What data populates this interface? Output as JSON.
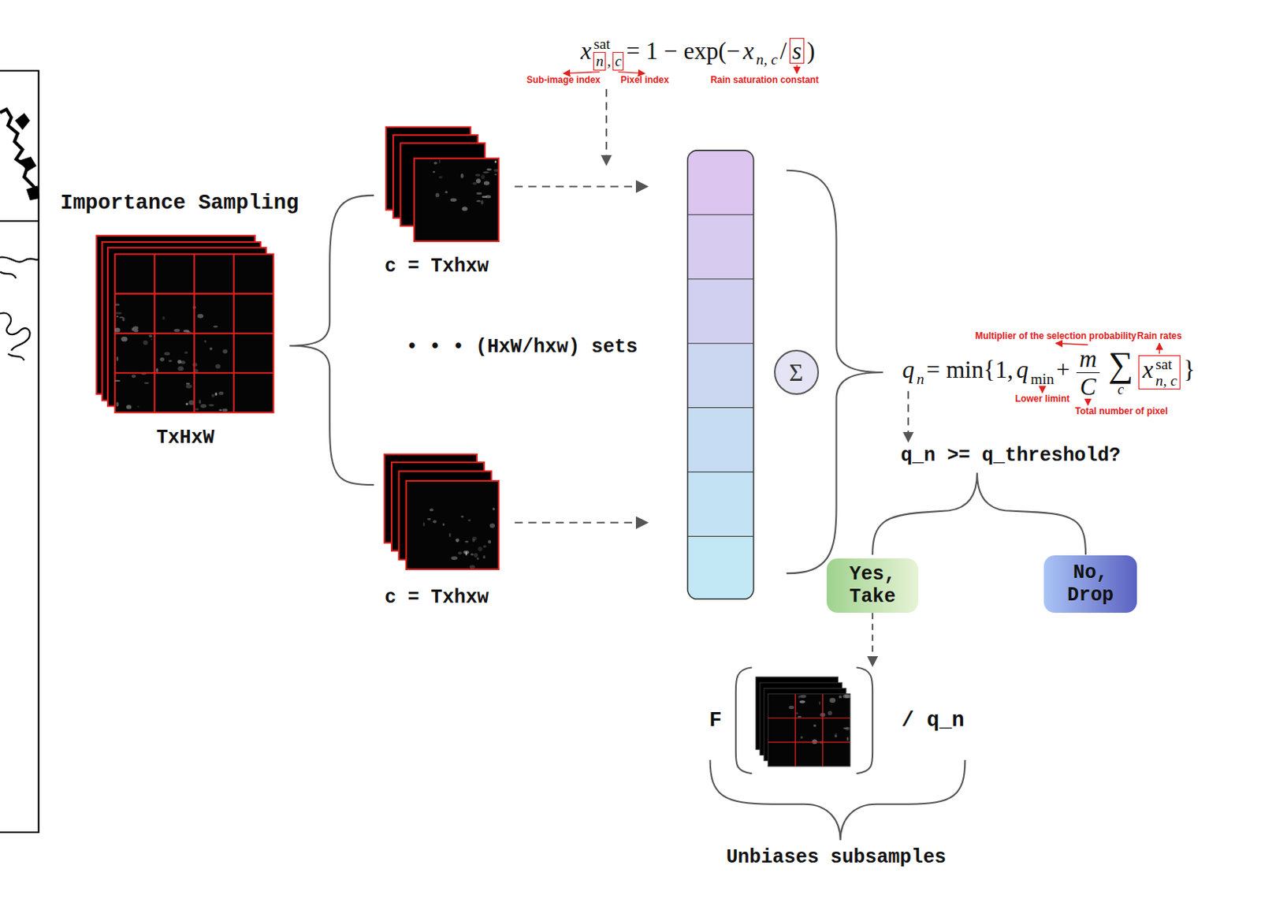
{
  "diagram": {
    "nodes": [
      {
        "text": [
          "TxHxW"
        ]
      },
      {
        "text": [
          "c = Txhxw"
        ]
      },
      {
        "text": [
          "c = Txhxw"
        ]
      },
      {
        "text": [
          "Σ"
        ]
      },
      {
        "text": [
          "Yes, Take"
        ]
      },
      {
        "text": [
          "No, Drop"
        ]
      },
      {
        "text": [
          "F",
          "/ q_n"
        ]
      }
    ],
    "edges": [
      {
        "from": 4,
        "to": 6,
        "arrow": "to"
      }
    ],
    "labels": [
      "Importance Sampling",
      "• • • (HxW/hxw) sets",
      "x",
      "sat",
      "n",
      ",",
      "c",
      "= 1 − exp(−",
      "x",
      "n, c",
      "/",
      "s",
      ")",
      "Sub-image index",
      "Pixel index",
      "Rain saturation constant",
      "q",
      "n",
      "= min{1,",
      "q",
      "min",
      "+",
      "m",
      "C",
      "∑",
      "c",
      "x",
      "sat",
      "n, c",
      "}",
      "Multiplier of the selection probability",
      "Rain rates",
      "Lower limint",
      "Total number of pixel",
      "q_n >= q_threshold?",
      "Unbiases subsamples"
    ]
  }
}
